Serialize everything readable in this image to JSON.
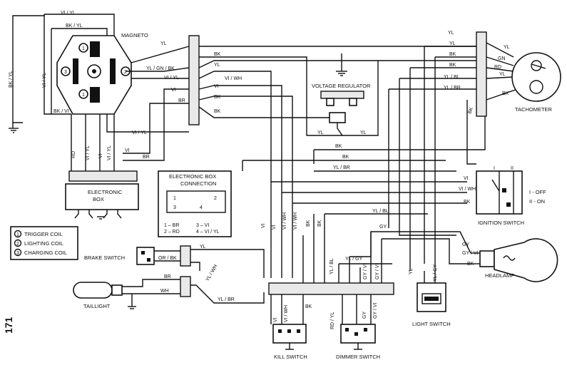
{
  "page_number": "171",
  "magneto": {
    "label": "MAGNETO",
    "coil_numbers": [
      "1",
      "2",
      "3"
    ]
  },
  "voltage_regulator": {
    "label": "VOLTAGE REGULATOR"
  },
  "tachometer": {
    "label": "TACHOMETER"
  },
  "ignition_switch": {
    "label": "IGNITION SWITCH",
    "col1": "I",
    "col2": "II",
    "off": "I - OFF",
    "on": "II - ON"
  },
  "electronic_box": {
    "line1": "ELECTRONIC",
    "line2": "BOX"
  },
  "eb_connection": {
    "title1": "ELECTRONIC BOX",
    "title2": "CONNECTION",
    "pin1": "1",
    "pin2": "2",
    "pin3": "3",
    "pin4": "4",
    "map1": "1 – BR",
    "map2": "2 – RD",
    "map3": "3 – VI",
    "map4": "4 – VI / YL"
  },
  "coil_legend": [
    "TRIGGER COIL",
    "LIGHTING COIL",
    "CHARGING COIL"
  ],
  "brake_switch": {
    "label": "BRAKE SWITCH"
  },
  "taillight": {
    "label": "TAILLIGHT"
  },
  "kill_switch": {
    "label": "KILL SWITCH"
  },
  "dimmer_switch": {
    "label": "DIMMER SWITCH"
  },
  "light_switch": {
    "label": "LIGHT SWITCH"
  },
  "headlamp": {
    "label": "HEADLAMP"
  },
  "wires": {
    "vi_yl": "VI / YL",
    "bk_yl": "BK / YL",
    "bk_vi": "BK / VI",
    "yl": "YL",
    "yl_gn_bk": "YL / GN / BK",
    "vi": "VI",
    "br": "BR",
    "rd": "RD",
    "bk": "BK",
    "vi_wh": "VI / WH",
    "yl_br": "YL / BR",
    "yl_bl": "YL / BL",
    "gn": "GN",
    "or_bk": "OR / BK",
    "yl_wh": "YL / WH",
    "wh": "WH",
    "yl_gy": "YL / GY",
    "gy_vi": "GY / VI",
    "gy": "GY",
    "rd_yl": "RD / YL"
  }
}
